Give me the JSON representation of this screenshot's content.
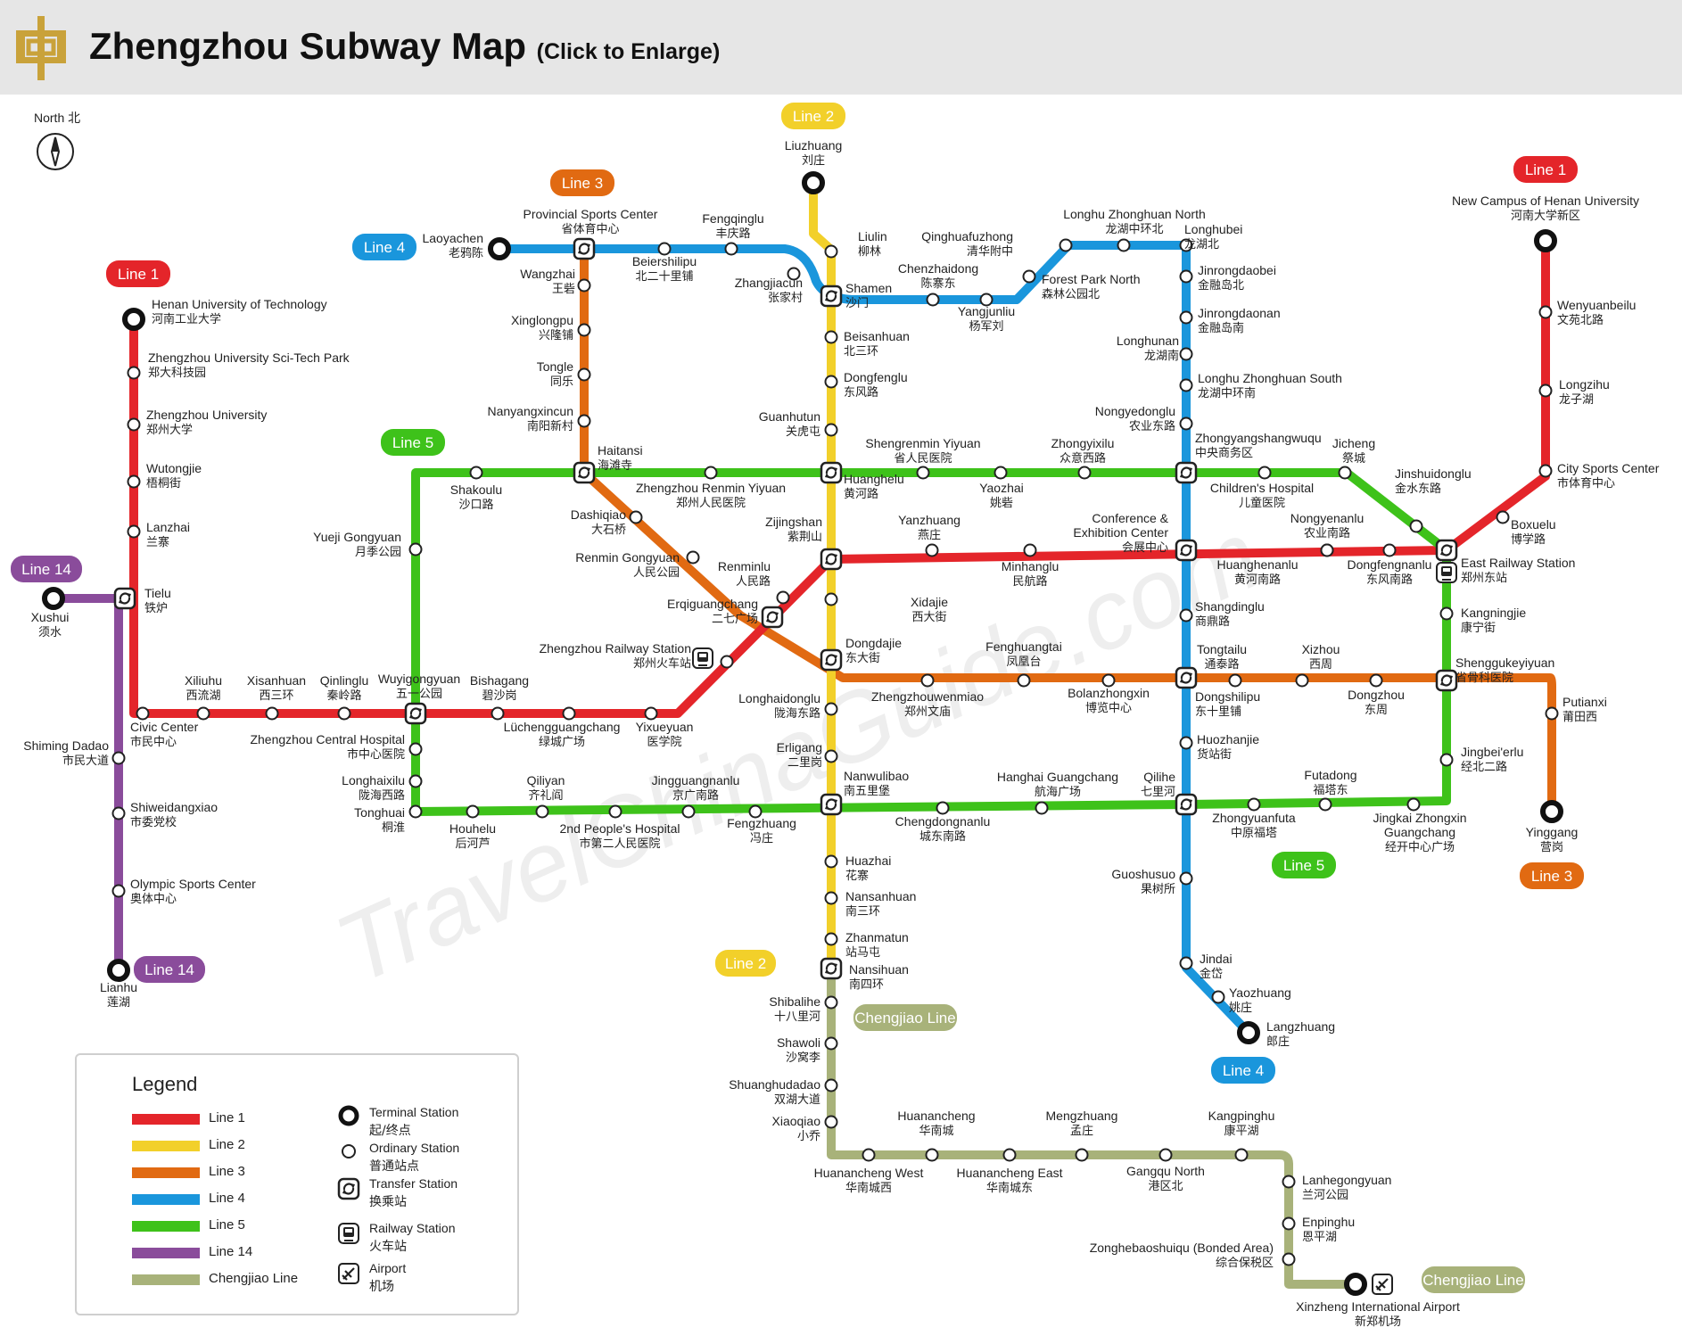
{
  "header": {
    "title": "Zhengzhou Subway Map",
    "subtitle": "(Click to Enlarge)"
  },
  "compass_label": "North 北",
  "watermark": "TravelChinaGuide.com",
  "colors": {
    "line1": "#e4252a",
    "line2": "#f2d02a",
    "line3": "#e16a12",
    "line4": "#1a96dc",
    "line5": "#3ec21a",
    "line14": "#8a4c9b",
    "chengjiao": "#a8b27a"
  },
  "line_tags": [
    {
      "id": "l2-top",
      "text": "Line 2",
      "line": "line2"
    },
    {
      "id": "l3-top",
      "text": "Line 3",
      "line": "line3"
    },
    {
      "id": "l4-top",
      "text": "Line 4",
      "line": "line4"
    },
    {
      "id": "l1-left",
      "text": "Line 1",
      "line": "line1"
    },
    {
      "id": "l1-right",
      "text": "Line 1",
      "line": "line1"
    },
    {
      "id": "l5-left",
      "text": "Line 5",
      "line": "line5"
    },
    {
      "id": "l14-top",
      "text": "Line 14",
      "line": "line14"
    },
    {
      "id": "l14-bottom",
      "text": "Line 14",
      "line": "line14"
    },
    {
      "id": "l5-right",
      "text": "Line 5",
      "line": "line5"
    },
    {
      "id": "l3-bottom",
      "text": "Line 3",
      "line": "line3"
    },
    {
      "id": "l2-bottom",
      "text": "Line 2",
      "line": "line2"
    },
    {
      "id": "cj-top",
      "text": "Chengjiao Line",
      "line": "chengjiao"
    },
    {
      "id": "l4-bottom",
      "text": "Line 4",
      "line": "line4"
    },
    {
      "id": "cj-bottom",
      "text": "Chengjiao Line",
      "line": "chengjiao"
    }
  ],
  "stations": [
    {
      "id": "liuzhuang",
      "en": "Liuzhuang",
      "cn": "刘庄"
    },
    {
      "id": "liulin",
      "en": "Liulin",
      "cn": "柳林"
    },
    {
      "id": "shamen",
      "en": "Shamen",
      "cn": "沙门"
    },
    {
      "id": "beisanhuan",
      "en": "Beisanhuan",
      "cn": "北三环"
    },
    {
      "id": "dongfenglu",
      "en": "Dongfenglu",
      "cn": "东风路"
    },
    {
      "id": "guanhutun",
      "en": "Guanhutun",
      "cn": "关虎屯"
    },
    {
      "id": "huanghelu",
      "en": "Huanghelu",
      "cn": "黄河路"
    },
    {
      "id": "zijingshan",
      "en": "Zijingshan",
      "cn": "紫荆山"
    },
    {
      "id": "dongdajie",
      "en": "Dongdajie",
      "cn": "东大街"
    },
    {
      "id": "longhaidonglu",
      "en": "Longhaidonglu",
      "cn": "陇海东路"
    },
    {
      "id": "erligang",
      "en": "Erligang",
      "cn": "二里岗"
    },
    {
      "id": "nanwulibao",
      "en": "Nanwulibao",
      "cn": "南五里堡"
    },
    {
      "id": "huazhai",
      "en": "Huazhai",
      "cn": "花寨"
    },
    {
      "id": "nansanhuan",
      "en": "Nansanhuan",
      "cn": "南三环"
    },
    {
      "id": "zhanmatun",
      "en": "Zhanmatun",
      "cn": "站马屯"
    },
    {
      "id": "nansihuan",
      "en": "Nansihuan",
      "cn": "南四环"
    },
    {
      "id": "shibalihe",
      "en": "Shibalihe",
      "cn": "十八里河"
    },
    {
      "id": "shawoli",
      "en": "Shawoli",
      "cn": "沙窝李"
    },
    {
      "id": "shuanghudadao",
      "en": "Shuanghudadao",
      "cn": "双湖大道"
    },
    {
      "id": "xiaoqiao",
      "en": "Xiaoqiao",
      "cn": "小乔"
    },
    {
      "id": "huananchengwest",
      "en": "Huanancheng West",
      "cn": "华南城西"
    },
    {
      "id": "huanancheng",
      "en": "Huanancheng",
      "cn": "华南城"
    },
    {
      "id": "huananchengeast",
      "en": "Huanancheng East",
      "cn": "华南城东"
    },
    {
      "id": "mengzhuang",
      "en": "Mengzhuang",
      "cn": "孟庄"
    },
    {
      "id": "gangqunorth",
      "en": "Gangqu North",
      "cn": "港区北"
    },
    {
      "id": "kangpinghu",
      "en": "Kangpinghu",
      "cn": "康平湖"
    },
    {
      "id": "lanhegongyuan",
      "en": "Lanhegongyuan",
      "cn": "兰河公园"
    },
    {
      "id": "enpinghu",
      "en": "Enpinghu",
      "cn": "恩平湖"
    },
    {
      "id": "zonghebaoshuiqu",
      "en": "Zonghebaoshuiqu (Bonded Area)",
      "cn": "综合保税区"
    },
    {
      "id": "airport",
      "en": "Xinzheng International Airport",
      "cn": "新郑机场"
    },
    {
      "id": "laoyachen",
      "en": "Laoyachen",
      "cn": "老鸦陈"
    },
    {
      "id": "provincial",
      "en": "Provincial Sports Center",
      "cn": "省体育中心"
    },
    {
      "id": "beiershilipu",
      "en": "Beiershilipu",
      "cn": "北二十里铺"
    },
    {
      "id": "fengqinglu",
      "en": "Fengqinglu",
      "cn": "丰庆路"
    },
    {
      "id": "zhangjiacun",
      "en": "Zhangjiacun",
      "cn": "张家村"
    },
    {
      "id": "chenzhaidong",
      "en": "Chenzhaidong",
      "cn": "陈寨东"
    },
    {
      "id": "yangjunliu",
      "en": "Yangjunliu",
      "cn": "杨军刘"
    },
    {
      "id": "qinghuafuzhong",
      "en": "Qinghuafuzhong",
      "cn": "清华附中"
    },
    {
      "id": "forestpark",
      "en": "Forest Park  North",
      "cn": "森林公园北"
    },
    {
      "id": "longhuzhonghuannorth",
      "en": "Longhu Zhonghuan North",
      "cn": "龙湖中环北"
    },
    {
      "id": "longhubei",
      "en": "Longhubei",
      "cn": "龙湖北"
    },
    {
      "id": "jinrongdaobei",
      "en": "Jinrongdaobei",
      "cn": "金融岛北"
    },
    {
      "id": "jinrongdaonan",
      "en": "Jinrongdaonan",
      "cn": "金融岛南"
    },
    {
      "id": "longhunan",
      "en": "Longhunan",
      "cn": "龙湖南"
    },
    {
      "id": "longhuzhonghuansouth",
      "en": "Longhu Zhonghuan South",
      "cn": "龙湖中环南"
    },
    {
      "id": "nongyedonglu",
      "en": "Nongyedonglu",
      "cn": "农业东路"
    },
    {
      "id": "zhongyangshangwuqu",
      "en": "Zhongyangshangwuqu",
      "cn": "中央商务区"
    },
    {
      "id": "conference",
      "en": "Conference &",
      "en2": "Exhibition Center",
      "cn": "会展中心"
    },
    {
      "id": "shangdinglu",
      "en": "Shangdinglu",
      "cn": "商鼎路"
    },
    {
      "id": "dongshilipu",
      "en": "Dongshilipu",
      "cn": "东十里铺"
    },
    {
      "id": "huozhanjie",
      "en": "Huozhanjie",
      "cn": "货站街"
    },
    {
      "id": "qilihe",
      "en": "Qilihe",
      "cn": "七里河"
    },
    {
      "id": "guoshusuo",
      "en": "Guoshusuo",
      "cn": "果树所"
    },
    {
      "id": "jindai",
      "en": "Jindai",
      "cn": "金岱"
    },
    {
      "id": "yaozhuang",
      "en": "Yaozhuang",
      "cn": "姚庄"
    },
    {
      "id": "langzhuang",
      "en": "Langzhuang",
      "cn": "郎庄"
    },
    {
      "id": "wangzhai",
      "en": "Wangzhai",
      "cn": "王砦"
    },
    {
      "id": "xinglongpu",
      "en": "Xinglongpu",
      "cn": "兴隆铺"
    },
    {
      "id": "tongle",
      "en": "Tongle",
      "cn": "同乐"
    },
    {
      "id": "nanyangxincun",
      "en": "Nanyangxincun",
      "cn": "南阳新村"
    },
    {
      "id": "haitansi",
      "en": "Haitansi",
      "cn": "海滩寺"
    },
    {
      "id": "dashiqiao",
      "en": "Dashiqiao",
      "cn": "大石桥"
    },
    {
      "id": "renmingongyuan",
      "en": "Renmin Gongyuan",
      "cn": "人民公园"
    },
    {
      "id": "erqiguangchang",
      "en": "Erqiguangchang",
      "cn": "二七广场"
    },
    {
      "id": "zhengzhouwenmiao",
      "en": "Zhengzhouwenmiao",
      "cn": "郑州文庙"
    },
    {
      "id": "fenghuangtai",
      "en": "Fenghuangtai",
      "cn": "凤凰台"
    },
    {
      "id": "bolanzhongxin",
      "en": "Bolanzhongxin",
      "cn": "博览中心"
    },
    {
      "id": "tongtailu",
      "en": "Tongtailu",
      "cn": "通泰路"
    },
    {
      "id": "xizhou",
      "en": "Xizhou",
      "cn": "西周"
    },
    {
      "id": "dongzhou",
      "en": "Dongzhou",
      "cn": "东周"
    },
    {
      "id": "shenggukeyiyuan",
      "en": "Shenggukeyiyuan",
      "cn": "省骨科医院"
    },
    {
      "id": "putianxi",
      "en": "Putianxi",
      "cn": "莆田西"
    },
    {
      "id": "yinggang",
      "en": "Yinggang",
      "cn": "营岗"
    },
    {
      "id": "newcampus",
      "en": "New Campus of Henan University",
      "cn": "河南大学新区"
    },
    {
      "id": "wenyuanbeilu",
      "en": "Wenyuanbeilu",
      "cn": "文苑北路"
    },
    {
      "id": "longzihu",
      "en": "Longzihu",
      "cn": "龙子湖"
    },
    {
      "id": "citysports",
      "en": "City Sports Center",
      "cn": "市体育中心"
    },
    {
      "id": "boxuelu",
      "en": "Boxuelu",
      "cn": "博学路"
    },
    {
      "id": "eastrailway",
      "en": "East Railway Station",
      "cn": "郑州东站"
    },
    {
      "id": "dongfengnanlu",
      "en": "Dongfengnanlu",
      "cn": "东风南路"
    },
    {
      "id": "huanghenanlu",
      "en": "Huanghenanlu",
      "cn": "黄河南路"
    },
    {
      "id": "minhanglu",
      "en": "Minhanglu",
      "cn": "民航路"
    },
    {
      "id": "yanzhuang",
      "en": "Yanzhuang",
      "cn": "燕庄"
    },
    {
      "id": "renminlu",
      "en": "Renminlu",
      "cn": "人民路"
    },
    {
      "id": "railwaystation",
      "en": "Zhengzhou Railway Station",
      "cn": "郑州火车站"
    },
    {
      "id": "xidajie",
      "en": "Xidajie",
      "cn": "西大街"
    },
    {
      "id": "yixueyuan",
      "en": "Yixueyuan",
      "cn": "医学院"
    },
    {
      "id": "lvchengguangchang",
      "en": "Lüchengguangchang",
      "cn": "绿城广场"
    },
    {
      "id": "bishagang",
      "en": "Bishagang",
      "cn": "碧沙岗"
    },
    {
      "id": "wuyigongyuan",
      "en": "Wuyigongyuan",
      "cn": "五一公园"
    },
    {
      "id": "qinlinglu",
      "en": "Qinlinglu",
      "cn": "秦岭路"
    },
    {
      "id": "xisanhuan",
      "en": "Xisanhuan",
      "cn": "西三环"
    },
    {
      "id": "xiliuhu",
      "en": "Xiliuhu",
      "cn": "西流湖"
    },
    {
      "id": "civiccenter",
      "en": "Civic Center",
      "cn": "市民中心"
    },
    {
      "id": "henanuniv",
      "en": "Henan University of Technology",
      "cn": "河南工业大学"
    },
    {
      "id": "zzusci",
      "en": "Zhengzhou University Sci-Tech Park",
      "cn": "郑大科技园"
    },
    {
      "id": "zzu",
      "en": "Zhengzhou University",
      "cn": "郑州大学"
    },
    {
      "id": "wutongjie",
      "en": "Wutongjie",
      "cn": "梧桐街"
    },
    {
      "id": "lanzhai",
      "en": "Lanzhai",
      "cn": "兰寨"
    },
    {
      "id": "tielu",
      "en": "Tielu",
      "cn": "铁炉"
    },
    {
      "id": "xushui",
      "en": "Xushui",
      "cn": "须水"
    },
    {
      "id": "shimingdadao",
      "en": "Shiming Dadao",
      "cn": "市民大道"
    },
    {
      "id": "shiweidangxiao",
      "en": "Shiweidangxiao",
      "cn": "市委党校"
    },
    {
      "id": "olympic",
      "en": "Olympic Sports Center",
      "cn": "奥体中心"
    },
    {
      "id": "lianhu",
      "en": "Lianhu",
      "cn": "莲湖"
    },
    {
      "id": "shakoulu",
      "en": "Shakoulu",
      "cn": "沙口路"
    },
    {
      "id": "yuejigongyuan",
      "en": "Yueji Gongyuan",
      "cn": "月季公园"
    },
    {
      "id": "zzcentralhosp",
      "en": "Zhengzhou Central Hospital",
      "cn": "市中心医院"
    },
    {
      "id": "longhaixilu",
      "en": "Longhaixilu",
      "cn": "陇海西路"
    },
    {
      "id": "tonghuai",
      "en": "Tonghuai",
      "cn": "桐淮"
    },
    {
      "id": "houhelu",
      "en": "Houhelu",
      "cn": "后河芦"
    },
    {
      "id": "qiliyan",
      "en": "Qiliyan",
      "cn": "齐礼阎"
    },
    {
      "id": "secondhosp",
      "en": "2nd People's Hospital",
      "cn": "市第二人民医院"
    },
    {
      "id": "jingguangnanlu",
      "en": "Jingguangnanlu",
      "cn": "京广南路"
    },
    {
      "id": "fengzhuang",
      "en": "Fengzhuang",
      "cn": "冯庄"
    },
    {
      "id": "chengdongnanlu",
      "en": "Chengdongnanlu",
      "cn": "城东南路"
    },
    {
      "id": "hanghaiguangchang",
      "en": "Hanghai Guangchang",
      "cn": "航海广场"
    },
    {
      "id": "zhongyuanfuta",
      "en": "Zhongyuanfuta",
      "cn": "中原福塔"
    },
    {
      "id": "futadong",
      "en": "Futadong",
      "cn": "福塔东"
    },
    {
      "id": "jingkai",
      "en": "Jingkai Zhongxin",
      "en2": "Guangchang",
      "cn": "经开中心广场"
    },
    {
      "id": "jingbeierlu",
      "en": "Jingbei'erlu",
      "cn": "经北二路"
    },
    {
      "id": "kangningjie",
      "en": "Kangningjie",
      "cn": "康宁街"
    },
    {
      "id": "jinshuidonglu",
      "en": "Jinshuidonglu",
      "cn": "金水东路"
    },
    {
      "id": "jicheng",
      "en": "Jicheng",
      "cn": "祭城"
    },
    {
      "id": "childrenshosp",
      "en": "Children's Hospital",
      "cn": "儿童医院"
    },
    {
      "id": "nongyenanlu",
      "en": "Nongyenanlu",
      "cn": "农业南路"
    },
    {
      "id": "zhongyixilu",
      "en": "Zhongyixilu",
      "cn": "众意西路"
    },
    {
      "id": "yaozhai",
      "en": "Yaozhai",
      "cn": "姚砦"
    },
    {
      "id": "shengrenmin",
      "en": "Shengrenmin Yiyuan",
      "cn": "省人民医院"
    },
    {
      "id": "zzrenmin",
      "en": "Zhengzhou Renmin Yiyuan",
      "cn": "郑州人民医院"
    }
  ],
  "legend": {
    "title": "Legend",
    "lines": [
      {
        "name": "Line 1",
        "line": "line1"
      },
      {
        "name": "Line 2",
        "line": "line2"
      },
      {
        "name": "Line 3",
        "line": "line3"
      },
      {
        "name": "Line 4",
        "line": "line4"
      },
      {
        "name": "Line 5",
        "line": "line5"
      },
      {
        "name": "Line 14",
        "line": "line14"
      },
      {
        "name": "Chengjiao Line",
        "line": "chengjiao"
      }
    ],
    "symbols": [
      {
        "en": "Terminal Station",
        "cn": "起/终点",
        "icon": "terminal-station-icon"
      },
      {
        "en": "Ordinary Station",
        "cn": "普通站点",
        "icon": "ordinary-station-icon"
      },
      {
        "en": "Transfer Station",
        "cn": "换乘站",
        "icon": "transfer-station-icon"
      },
      {
        "en": "Railway Station",
        "cn": "火车站",
        "icon": "railway-station-icon"
      },
      {
        "en": "Airport",
        "cn": "机场",
        "icon": "airport-icon"
      }
    ]
  }
}
